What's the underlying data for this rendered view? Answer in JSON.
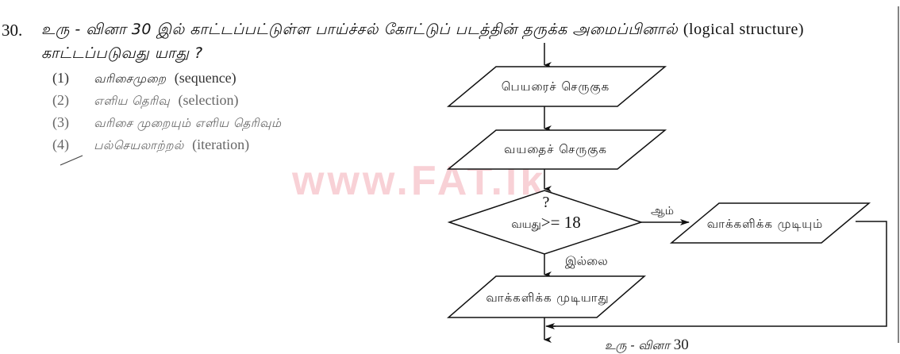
{
  "question": {
    "number": "30.",
    "text_line1_tamil": "உரு - வினா 30 இல் காட்டப்பட்டுள்ள பாய்ச்சல் கோட்டுப் படத்தின் தருக்க அமைப்பினால்",
    "text_line1_english": "(logical structure)",
    "text_line2": "காட்டப்படுவது யாது ?"
  },
  "options": [
    {
      "num": "(1)",
      "tamil": "வரிசைமுறை",
      "english": "(sequence)"
    },
    {
      "num": "(2)",
      "tamil": "எளிய தெரிவு",
      "english": "(selection)"
    },
    {
      "num": "(3)",
      "tamil": "வரிசை முறையும் எளிய தெரிவும்",
      "english": ""
    },
    {
      "num": "(4)",
      "tamil": "பல்செயலாற்றல்",
      "english": "(iteration)"
    }
  ],
  "watermark": "www.FAT.lk",
  "flowchart": {
    "input_name": "பெயரைச் செருகுக",
    "input_age": "வயதைச் செருகுக",
    "decision_question_mark": "?",
    "decision_var": "வயது",
    "decision_op": ">= 18",
    "yes_label": "ஆம்",
    "no_label": "இல்லை",
    "output_yes": "வாக்களிக்க முடியும்",
    "output_no": "வாக்களிக்க முடியாது",
    "figure_ref_tamil": "உரு - வினா",
    "figure_ref_num": "30"
  }
}
